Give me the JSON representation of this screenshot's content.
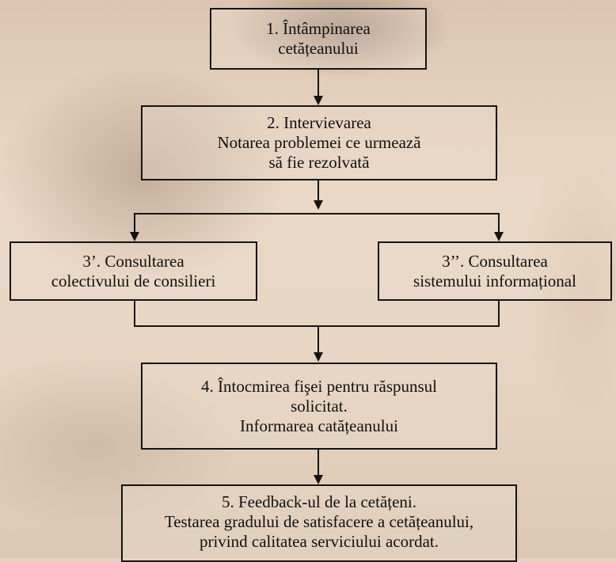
{
  "steps": {
    "s1": {
      "line1": "1. Întâmpinarea",
      "line2": "cetățeanului"
    },
    "s2": {
      "line1": "2. Intervievarea",
      "line2": "Notarea problemei ce urmează",
      "line3": "să fie rezolvată"
    },
    "s3a": {
      "line1": "3’. Consultarea",
      "line2": "colectivului de consilieri"
    },
    "s3b": {
      "line1": "3’’. Consultarea",
      "line2": "sistemului informațional"
    },
    "s4": {
      "line1": "4. Întocmirea fişei pentru răspunsul",
      "line2": "solicitat.",
      "line3": "Informarea catățeanului"
    },
    "s5": {
      "line1": "5. Feedback-ul de la cetățeni.",
      "line2": "Testarea gradului de satisfacere a cetățeanului,",
      "line3": "privind  calitatea serviciului acordat."
    }
  },
  "colors": {
    "line": "#141414",
    "text": "#111111"
  }
}
